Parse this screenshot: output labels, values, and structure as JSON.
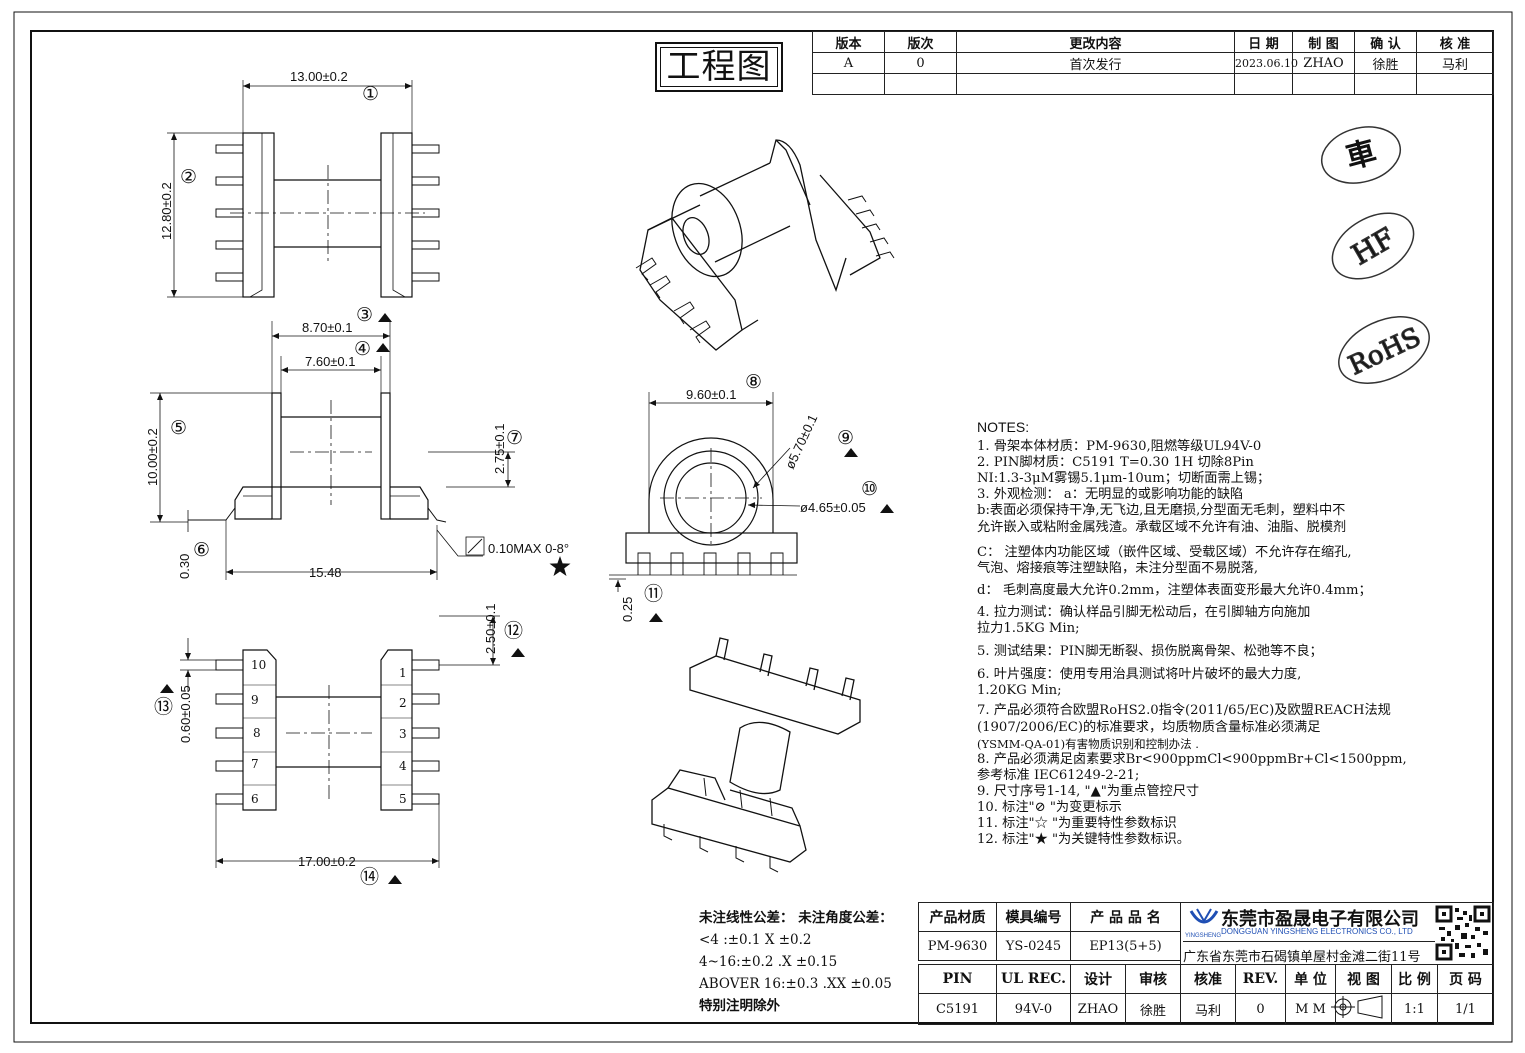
{
  "drawing_title": "工程图",
  "revision_table": {
    "headers": [
      "版本",
      "版次",
      "更改内容",
      "日 期",
      "制 图",
      "确 认",
      "核 准"
    ],
    "rows": [
      [
        "A",
        "0",
        "首次发行",
        "2023.06.10",
        "ZHAO",
        "徐胜",
        "马利"
      ]
    ]
  },
  "certification_marks": [
    "車",
    "HF",
    "RoHS"
  ],
  "dimensions": {
    "d1": "13.00±0.2",
    "d2": "12.80±0.2",
    "d3": "8.70±0.1",
    "d4": "7.60±0.1",
    "d5": "10.00±0.2",
    "d6": "0.30",
    "d7": "2.75±0.1",
    "d15": "15.48",
    "coplanarity": "0.10MAX 0-8°",
    "d8": "9.60±0.1",
    "d9": "ø5.70±0.1",
    "d10": "ø4.65±0.05",
    "d11": "0.25",
    "d12": "2.50±0.1",
    "d13": "0.60±0.05",
    "d14": "17.00±0.2"
  },
  "balloons": [
    "①",
    "②",
    "③",
    "④",
    "⑤",
    "⑥",
    "⑦",
    "⑧",
    "⑨",
    "⑩",
    "⑪",
    "⑫",
    "⑬",
    "⑭"
  ],
  "pin_numbers": {
    "left": [
      "10",
      "9",
      "8",
      "7",
      "6"
    ],
    "right": [
      "1",
      "2",
      "3",
      "4",
      "5"
    ]
  },
  "notes": {
    "title": "NOTES:",
    "lines": [
      "1.  骨架本体材质：PM-9630,阻燃等级UL94V-0",
      "2.  PIN脚材质：C5191 T=0.30 1H  切除8Pin",
      "      NI:1.3-3μM雾锡5.1μm-10um；切断面需上锡；",
      "3.  外观检测：  a：无明显的或影响功能的缺陷",
      "     b:表面必须保持干净,无飞边,且无磨损,分型面无毛刺，塑料中不",
      "        允许嵌入或粘附金属残渣。承载区域不允许有油、油脂、脱模剂",
      "    C：  注塑体内功能区域（嵌件区域、受载区域）不允许存在缩孔,",
      "          气泡、熔接痕等注塑缺陷，未注分型面不易脱落,",
      "     d：  毛刺高度最大允许0.2mm，注塑体表面变形最大允许0.4mm；",
      "4.  拉力测试：确认样品引脚无松动后，在引脚轴方向施加",
      "     拉力1.5KG Min;",
      "5.  测试结果：PIN脚无断裂、损伤脱离骨架、松弛等不良；",
      "6.  叶片强度：使用专用治具测试将叶片破坏的最大力度,",
      "     1.20KG Min;",
      "7.  产品必须符合欧盟RoHS2.0指令(2011/65/EC)及欧盟REACH法规",
      "     (1907/2006/EC)的标准要求，均质物质含量标准必须满足",
      "     (YSMM-QA-01)有害物质识别和控制办法 .",
      "8.  产品必须满足卤素要求Br<900ppmCl<900ppmBr+Cl<1500ppm,",
      "     参考标准 IEC61249-2-21;",
      "9.  尺寸序号1-14, \"▲\"为重点管控尺寸",
      "10. 标注\"⊘ \"为变更标示",
      "11. 标注\"☆ \"为重要特性参数标识",
      "12. 标注\"★ \"为关键特性参数标识。"
    ]
  },
  "tolerance": {
    "lines": [
      "未注线性公差：  未注角度公差：",
      "   <4 :±0.1   X ±0.2",
      "   4~16:±0.2  .X ±0.15",
      "ABOVER 16:±0.3  .XX ±0.05",
      "        特别注明除外"
    ]
  },
  "title_block": {
    "row1": [
      "产品材质",
      "模具编号",
      "产 品 品 名"
    ],
    "row2": [
      "PM-9630",
      "YS-0245",
      "EP13(5+5)"
    ],
    "row3": [
      "PIN",
      "UL REC.",
      "设计",
      "审核",
      "核准",
      "REV.",
      "单 位",
      "视 图",
      "比 例",
      "页 码"
    ],
    "row4": [
      "C5191",
      "94V-0",
      "ZHAO",
      "徐胜",
      "马利",
      "0",
      "M M",
      "",
      "1:1",
      "1/1"
    ]
  },
  "company": {
    "name_cn": "东莞市盈晟电子有限公司",
    "logo_text": "YINGSHENG",
    "name_en": "DONGGUAN YINGSHENG ELECTRONICS CO., LTD",
    "address": "广东省东莞市石碣镇单屋村金滩二街11号"
  }
}
